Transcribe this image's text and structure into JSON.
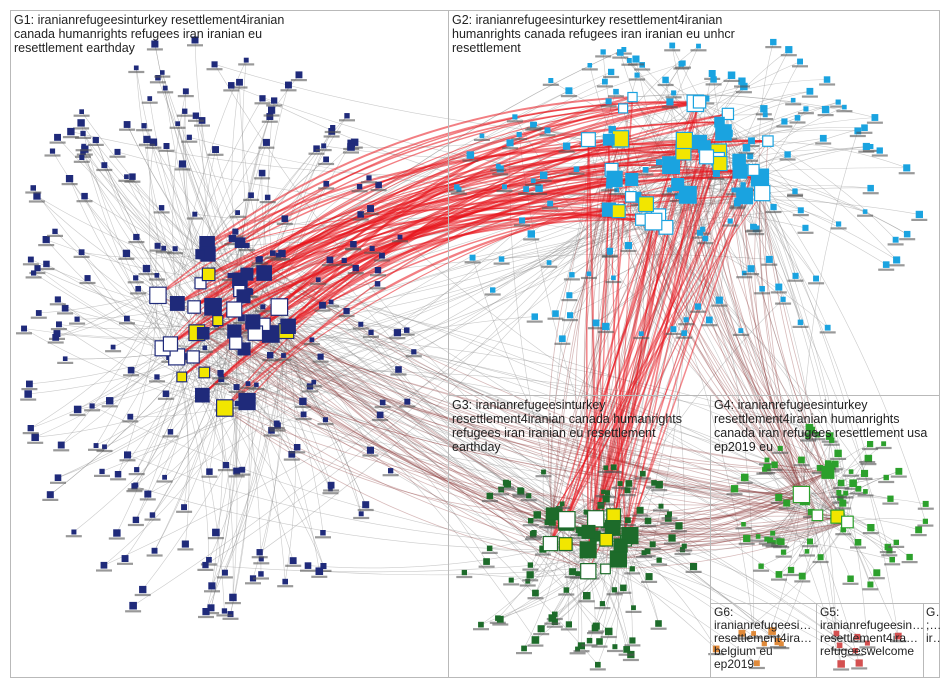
{
  "groups": [
    {
      "id": "G1",
      "label": "G1: iranianrefugeesinturkey resettlement4iranian canada humanrights refugees iran iranian eu resettlement earthday"
    },
    {
      "id": "G2",
      "label": "G2: iranianrefugeesinturkey resettlement4iranian humanrights canada refugees iran iranian eu unhcr resettlement"
    },
    {
      "id": "G3",
      "label": "G3: iranianrefugeesinturkey resettlement4iranian canada humanrights refugees iran iranian eu resettlement earthday"
    },
    {
      "id": "G4",
      "label": "G4: iranianrefugeesinturkey resettlement4iranian humanrights canada iran refugees resettlement usa ep2019 eu"
    },
    {
      "id": "G5",
      "label": "G5: iranianrefugeesin… resettlement4ira… refugeeswelcome"
    },
    {
      "id": "G6",
      "label": "G6: iranianrefugeesi… resettlement4ira… belgium eu ep2019"
    },
    {
      "id": "G7",
      "label": "G… ;… ir…"
    }
  ],
  "colors": {
    "background": "#ffffff",
    "box_border": "#b9b9b9",
    "edge_gray": "#8a8a8a",
    "edge_red": "#e8141b",
    "edge_brown": "#8c3a3a",
    "node_g1": "#1f2a7a",
    "node_g2": "#1aa3e0",
    "node_g3": "#1d6b2a",
    "node_g4": "#2ca02c",
    "node_g5": "#d45050",
    "node_g6": "#e08a3a"
  }
}
